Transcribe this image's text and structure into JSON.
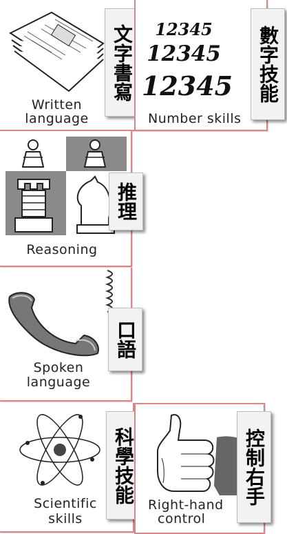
{
  "panels": {
    "written": {
      "label_line1": "Written",
      "label_line2": "language",
      "zh": "文字書寫"
    },
    "number": {
      "digits": "12345",
      "label": "Number skills",
      "zh": "數字技能"
    },
    "reasoning": {
      "label": "Reasoning",
      "zh": "推理"
    },
    "spoken": {
      "label_line1": "Spoken",
      "label_line2": "language",
      "zh": "口語"
    },
    "scientific": {
      "label_line1": "Scientific",
      "label_line2": "skills",
      "zh": "科學技能"
    },
    "righthand": {
      "label_line1": "Right-hand",
      "label_line2": "control",
      "zh": "控制右手"
    }
  },
  "colors": {
    "divider": "#d9868b",
    "tag_bg": "#f2f2f2",
    "ink": "#222222"
  }
}
